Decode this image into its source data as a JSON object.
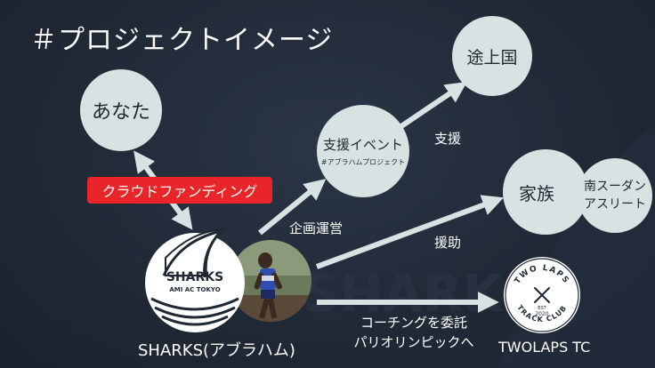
{
  "title": "＃プロジェクトイメージ",
  "nodes": {
    "anata": "あなた",
    "tojoukoku": "途上国",
    "shien_event": "支援イベント",
    "shien_event_hashtag": "#アブラハムプロジェクト",
    "kazoku": "家族",
    "sudan_line1": "南スーダン",
    "sudan_line2": "アスリート"
  },
  "crowdfunding_label": "クラウドファンディング",
  "edges": {
    "kikaku": "企画運営",
    "shien": "支援",
    "enjo": "援助",
    "coaching_line1": "コーチングを委託",
    "coaching_line2": "パリオリンピックへ"
  },
  "orgs": {
    "sharks": "SHARKS(アブラハム)",
    "twolaps": "TWOLAPS TC"
  },
  "sharks_logo": {
    "line1": "SHARKS",
    "line2": "AMI AC TOKYO"
  },
  "twolaps_logo": {
    "top": "TWO LAPS",
    "bottom": "TRACK CLUB",
    "est": "EST",
    "year": "2020"
  },
  "watermark": "SHARKS",
  "colors": {
    "background": "#1f2937",
    "circle": "#d6e3e2",
    "arrow": "#d6e3e2",
    "accent_red": "#e8262a"
  }
}
